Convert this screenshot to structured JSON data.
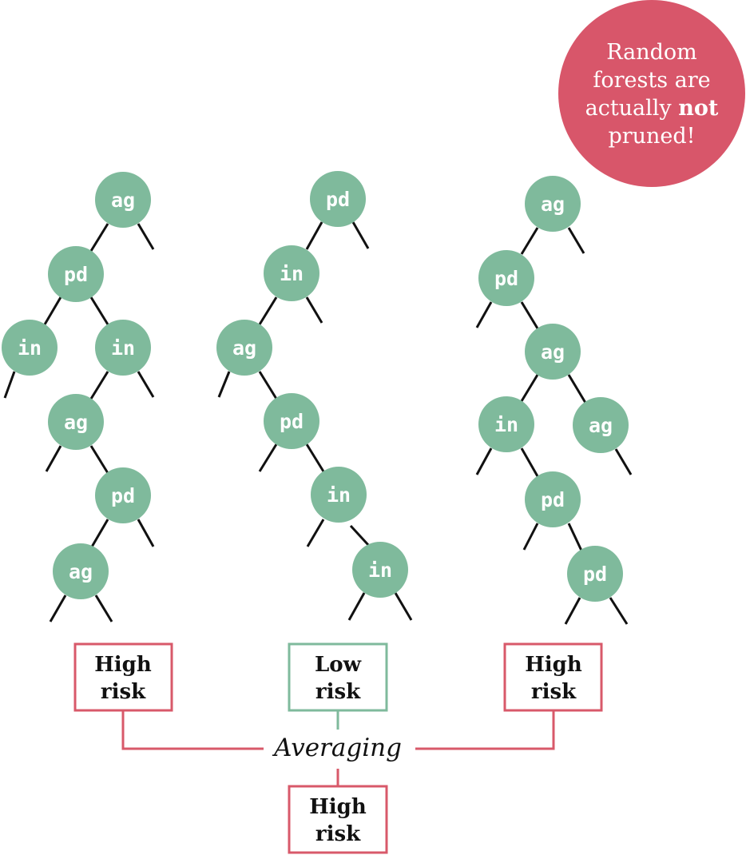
{
  "colors": {
    "node": "#7fba9c",
    "high_risk": "#d8596a",
    "low_risk": "#7fba9c",
    "callout": "#d8566a",
    "edge": "#111111"
  },
  "callout": {
    "line1": "Random",
    "line2": "forests are",
    "line3_pre": "actually ",
    "line3_bold": "not",
    "line4": "pruned!"
  },
  "trees": [
    {
      "nodes": [
        "ag",
        "pd",
        "in",
        "in",
        "ag",
        "pd",
        "ag"
      ]
    },
    {
      "nodes": [
        "pd",
        "in",
        "ag",
        "pd",
        "in",
        "in"
      ]
    },
    {
      "nodes": [
        "ag",
        "pd",
        "ag",
        "in",
        "ag",
        "pd",
        "pd"
      ]
    }
  ],
  "outcomes": [
    {
      "line1": "High",
      "line2": "risk",
      "risk": "high"
    },
    {
      "line1": "Low",
      "line2": "risk",
      "risk": "low"
    },
    {
      "line1": "High",
      "line2": "risk",
      "risk": "high"
    }
  ],
  "averaging_label": "Averaging",
  "result": {
    "line1": "High",
    "line2": "risk",
    "risk": "high"
  }
}
